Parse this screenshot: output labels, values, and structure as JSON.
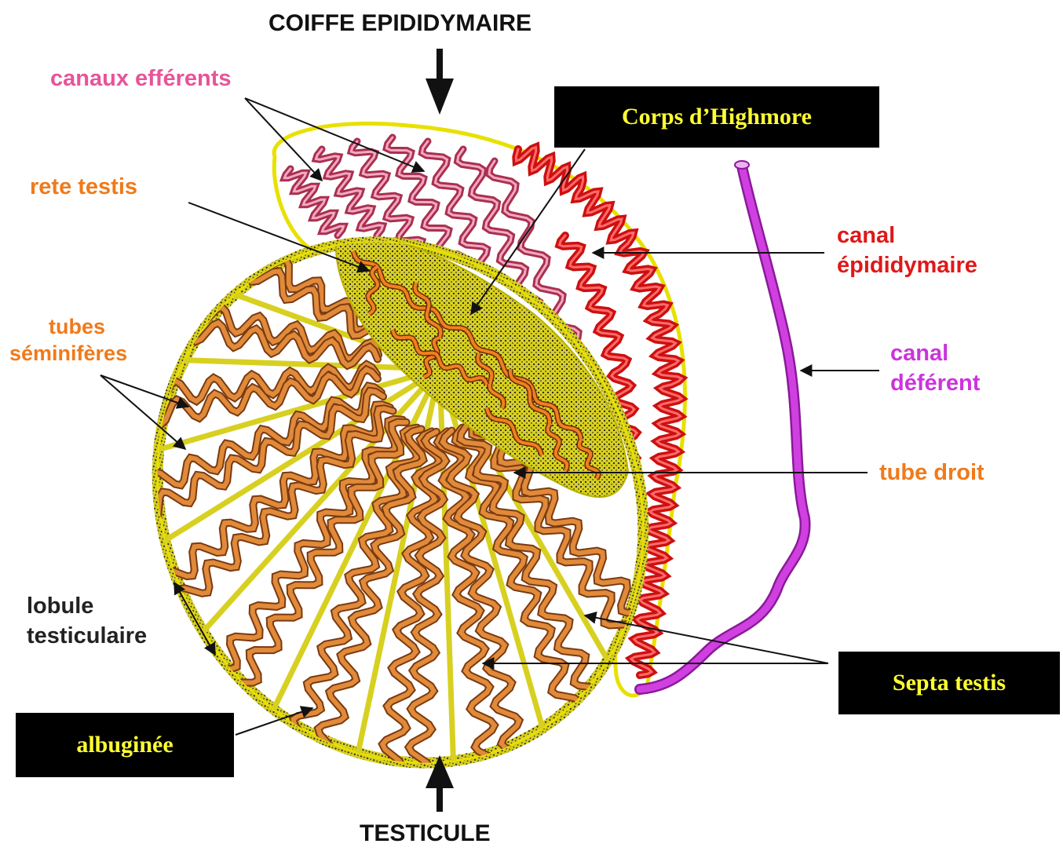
{
  "labels": {
    "coiffe": "COIFFE EPIDIDYMAIRE",
    "canaux_efferents": "canaux efférents",
    "rete_testis": "rete testis",
    "tubes_line1": "tubes",
    "tubes_line2": "séminifères",
    "lobule_line1": "lobule",
    "lobule_line2": "testiculaire",
    "canal_epid_line1": "canal",
    "canal_epid_line2": "épididymaire",
    "canal_def_line1": "canal",
    "canal_def_line2": "déférent",
    "tube_droit": "tube droit",
    "testicule": "TESTICULE"
  },
  "boxes": {
    "corps_highmore": "Corps d’Highmore",
    "albuginee": "albuginée",
    "septa_testis": "Septa testis"
  },
  "colors": {
    "black": "#111111",
    "pink": "#e8539a",
    "orange": "#f07a1a",
    "red": "#e01818",
    "magenta": "#cc33dd",
    "yellow": "#e8e000",
    "tubule_orange": "#c8601a",
    "box_text": "#ffff33"
  }
}
